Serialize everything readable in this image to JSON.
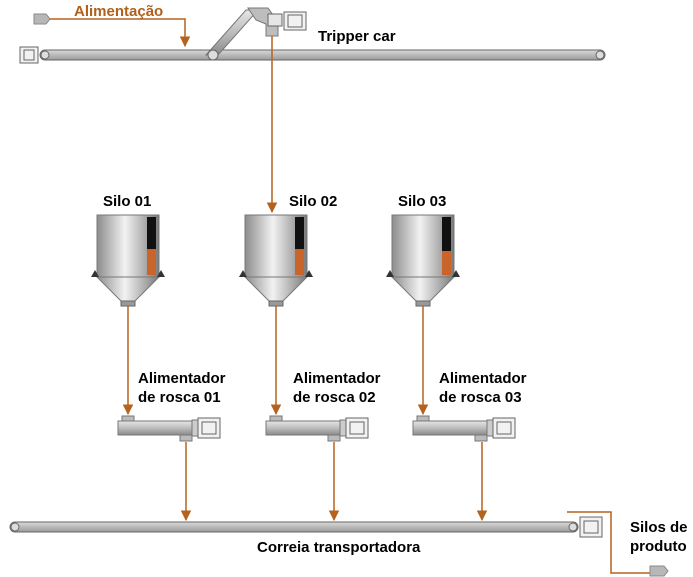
{
  "colors": {
    "flow": "#b5621f",
    "conveyor": "#8a8a8a",
    "silo_level": "#c9652a",
    "silo_gauge_bg": "#111111",
    "label_orange": "#b0601a"
  },
  "labels": {
    "feed": "Alimentação",
    "tripper": "Tripper car",
    "silo1": "Silo 01",
    "silo2": "Silo 02",
    "silo3": "Silo 03",
    "feeder1": "Alimentador\nde rosca 01",
    "feeder2": "Alimentador\nde rosca 02",
    "feeder3": "Alimentador\nde rosca 03",
    "main_conveyor": "Correia transportadora",
    "product_silos": "Silos de\nproduto"
  },
  "silos": [
    {
      "name": "Silo 01",
      "level": 0.45
    },
    {
      "name": "Silo 02",
      "level": 0.45
    },
    {
      "name": "Silo 03",
      "level": 0.42
    }
  ]
}
